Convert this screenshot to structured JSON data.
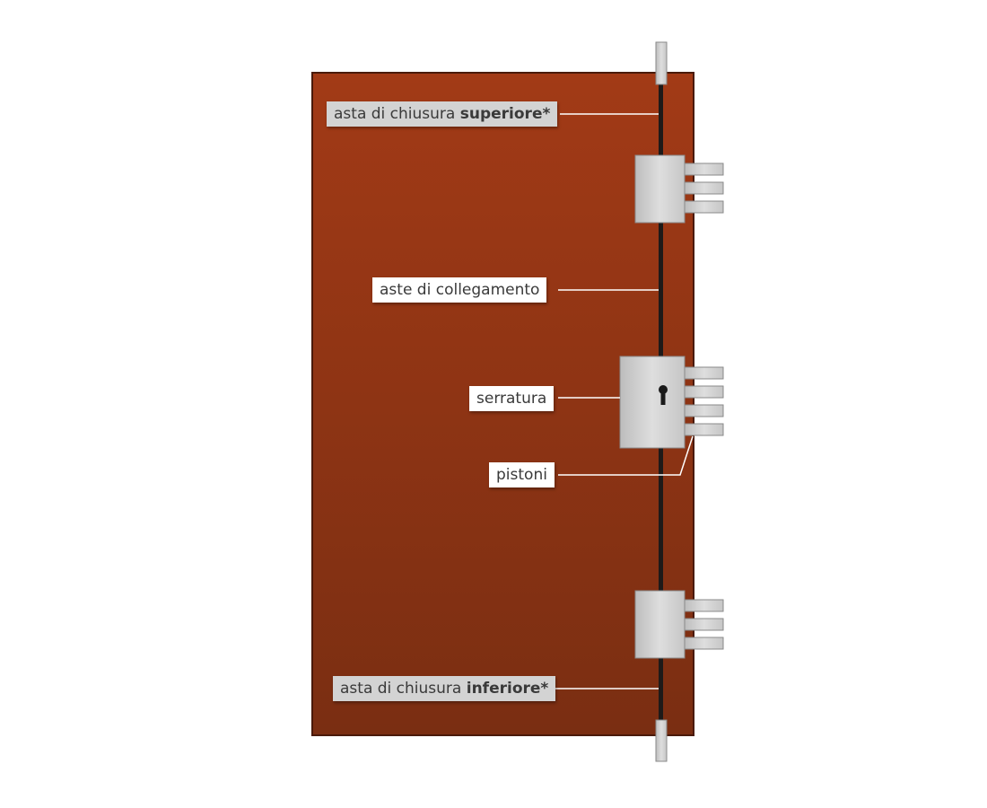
{
  "diagram": {
    "labels": {
      "top_rod": {
        "text": "asta di chiusura ",
        "bold": "superiore*"
      },
      "connecting_rods": "aste di collegamento",
      "lock": "serratura",
      "pistons": "pistoni",
      "bottom_rod": {
        "text": "asta di chiusura ",
        "bold": "inferiore*"
      }
    },
    "colors": {
      "door_top": "#a23a16",
      "door_bottom": "#7a2e12",
      "door_border": "#4a1a0a",
      "rod": "#1e1a19",
      "metal": "#cfcfcf",
      "metal_border": "#8a8a8a",
      "leader_line": "#ffffff",
      "label_light": "#d3d3d3",
      "label_white": "#ffffff"
    }
  }
}
